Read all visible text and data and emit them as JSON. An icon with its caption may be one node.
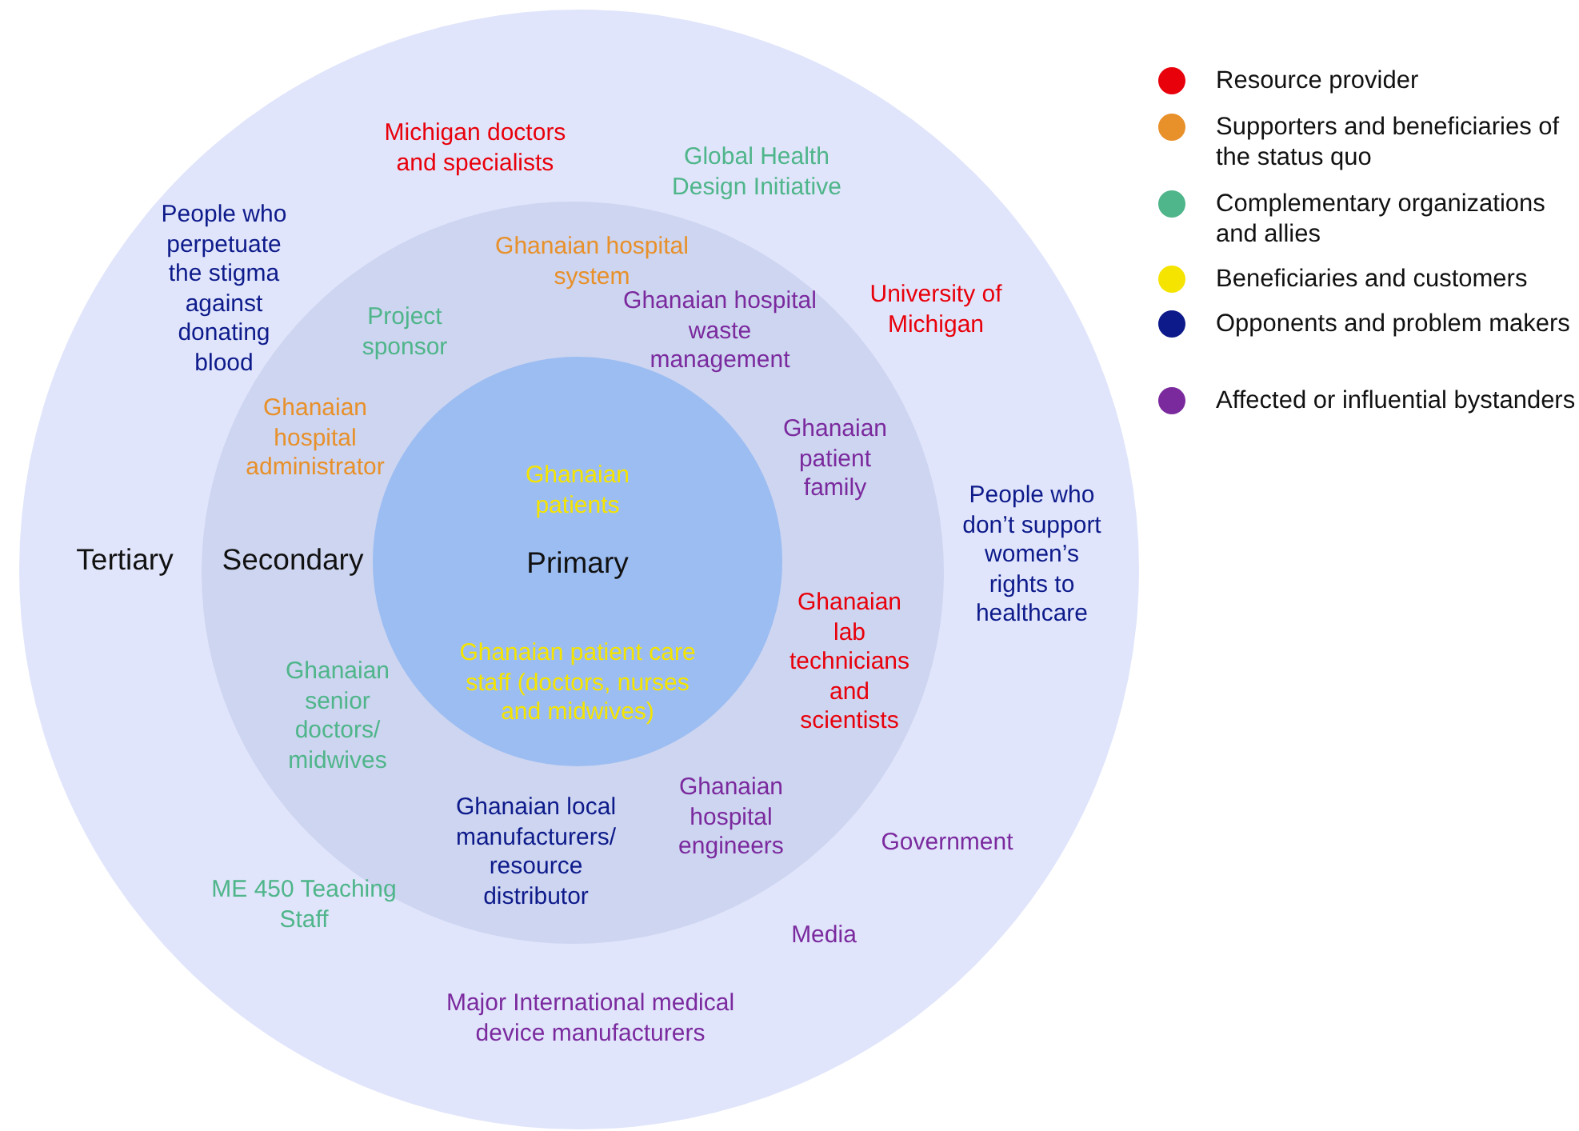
{
  "diagram": {
    "nodes": [
      {
        "text": [
          "Tertiary"
        ]
      },
      {
        "text": [
          "Secondary"
        ],
        "in": 0
      },
      {
        "text": [
          "Primary"
        ],
        "in": 1
      }
    ],
    "labels": [
      "Michigan doctors and specialists",
      "Global Health Design Initiative",
      "People who perpetuate the stigma against donating blood",
      "Ghanaian hospital system",
      "University of Michigan",
      "Ghanaian hospital waste management",
      "Project sponsor",
      "Ghanaian hospital administrator",
      "Ghanaian patient family",
      "People who don’t support women’s rights to healthcare",
      "Ghanaian patients",
      "Ghanaian lab technicians and scientists",
      "Ghanaian patient care staff (doctors, nurses and midwives)",
      "Ghanaian senior doctors/ midwives",
      "Ghanaian hospital engineers",
      "Ghanaian local manufacturers/ resource distributor",
      "Government",
      "ME 450 Teaching Staff",
      "Media",
      "Major International medical device manufacturers"
    ],
    "legend": [
      {
        "text": "Resource provider",
        "color": "#e8000b"
      },
      {
        "text": "Supporters and beneficiaries of the status quo",
        "color": "#e8902a"
      },
      {
        "text": "Complementary organizations and allies",
        "color": "#4fb58a"
      },
      {
        "text": "Beneficiaries and customers",
        "color": "#f5e400"
      },
      {
        "text": "Opponents and problem makers",
        "color": "#0d1a8a"
      },
      {
        "text": "Affected or influential bystanders",
        "color": "#7b2a9e"
      }
    ]
  }
}
